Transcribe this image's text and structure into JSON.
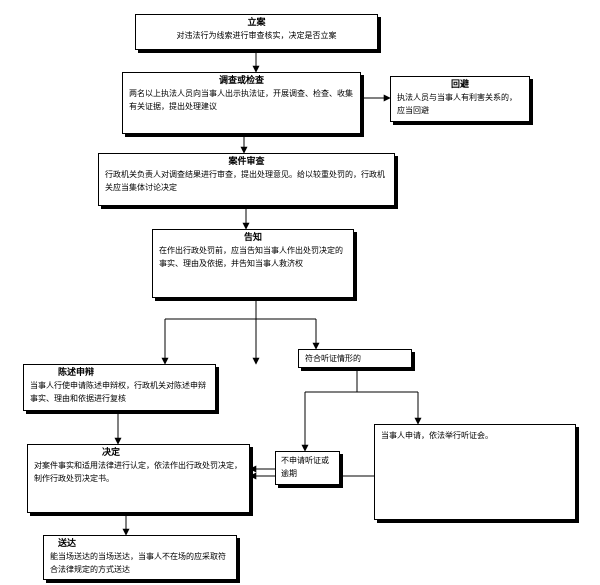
{
  "nodes": {
    "filing": {
      "title": "立案",
      "text": "对违法行为线索进行审查核实，决定是否立案"
    },
    "investigation": {
      "title": "调查或检查",
      "text": "两名以上执法人员向当事人出示执法证，开展调查、检查、收集有关证据，提出处理建议"
    },
    "recusal": {
      "title": "回避",
      "text": "执法人员与当事人有利害关系的，应当回避"
    },
    "case_review": {
      "title": "案件审查",
      "text": "行政机关负责人对调查结果进行审查，提出处理意见。给以较重处罚的，行政机关应当集体讨论决定"
    },
    "notice": {
      "title": "告知",
      "text": "在作出行政处罚前，应当告知当事人作出处罚决定的事实、理由及依据，并告知当事人救济权"
    },
    "hearing_cond": {
      "text": "符合听证情形的"
    },
    "statement": {
      "title": "陈述申辩",
      "text": "当事人行使申请陈述申辩权，行政机关对陈述申辩事实、理由和依据进行复核"
    },
    "no_hearing": {
      "text": "不申请听证或逾期"
    },
    "hearing_apply": {
      "text": "当事人申请，依法举行听证会。"
    },
    "decision": {
      "title": "决定",
      "text": "对案件事实和适用法律进行认定，依法作出行政处罚决定，制作行政处罚决定书。"
    },
    "delivery": {
      "title": "送达",
      "text": "能当场送达的当场送达，当事人不在场的应采取符合法律规定的方式送达"
    }
  }
}
